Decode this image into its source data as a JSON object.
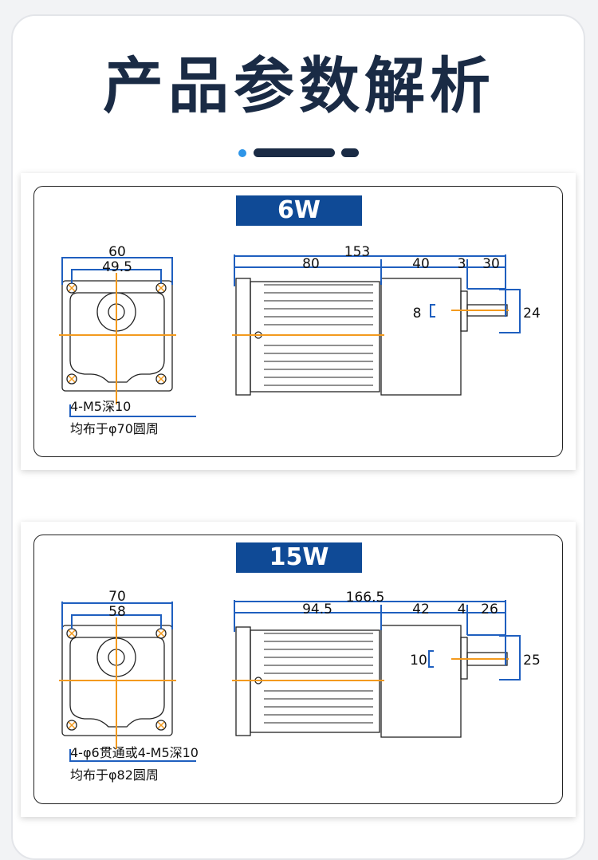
{
  "page": {
    "title": "产品参数解析"
  },
  "colors": {
    "navy": "#1a2b45",
    "badge": "#0f4a96",
    "dim_line": "#1f5fbf",
    "center_line": "#f39a1e",
    "accent_dot": "#2e95e8"
  },
  "cards": [
    {
      "badge": "6W",
      "front": {
        "width": "60",
        "hole_spacing": "49.5"
      },
      "side": {
        "total_length": "153",
        "body_length": "80",
        "gearbox_length": "40",
        "flange": "3",
        "shaft_length": "30",
        "shaft_diameter": "8",
        "shaft_offset": "24"
      },
      "note_line1": "4-M5深10",
      "note_line2": "均布于φ70圆周"
    },
    {
      "badge": "15W",
      "front": {
        "width": "70",
        "hole_spacing": "58"
      },
      "side": {
        "total_length": "166.5",
        "body_length": "94.5",
        "gearbox_length": "42",
        "flange": "4",
        "shaft_length": "26",
        "shaft_diameter": "10",
        "shaft_offset": "25"
      },
      "note_line1": "4-φ6贯通或4-M5深10",
      "note_line2": "均布于φ82圆周"
    }
  ]
}
